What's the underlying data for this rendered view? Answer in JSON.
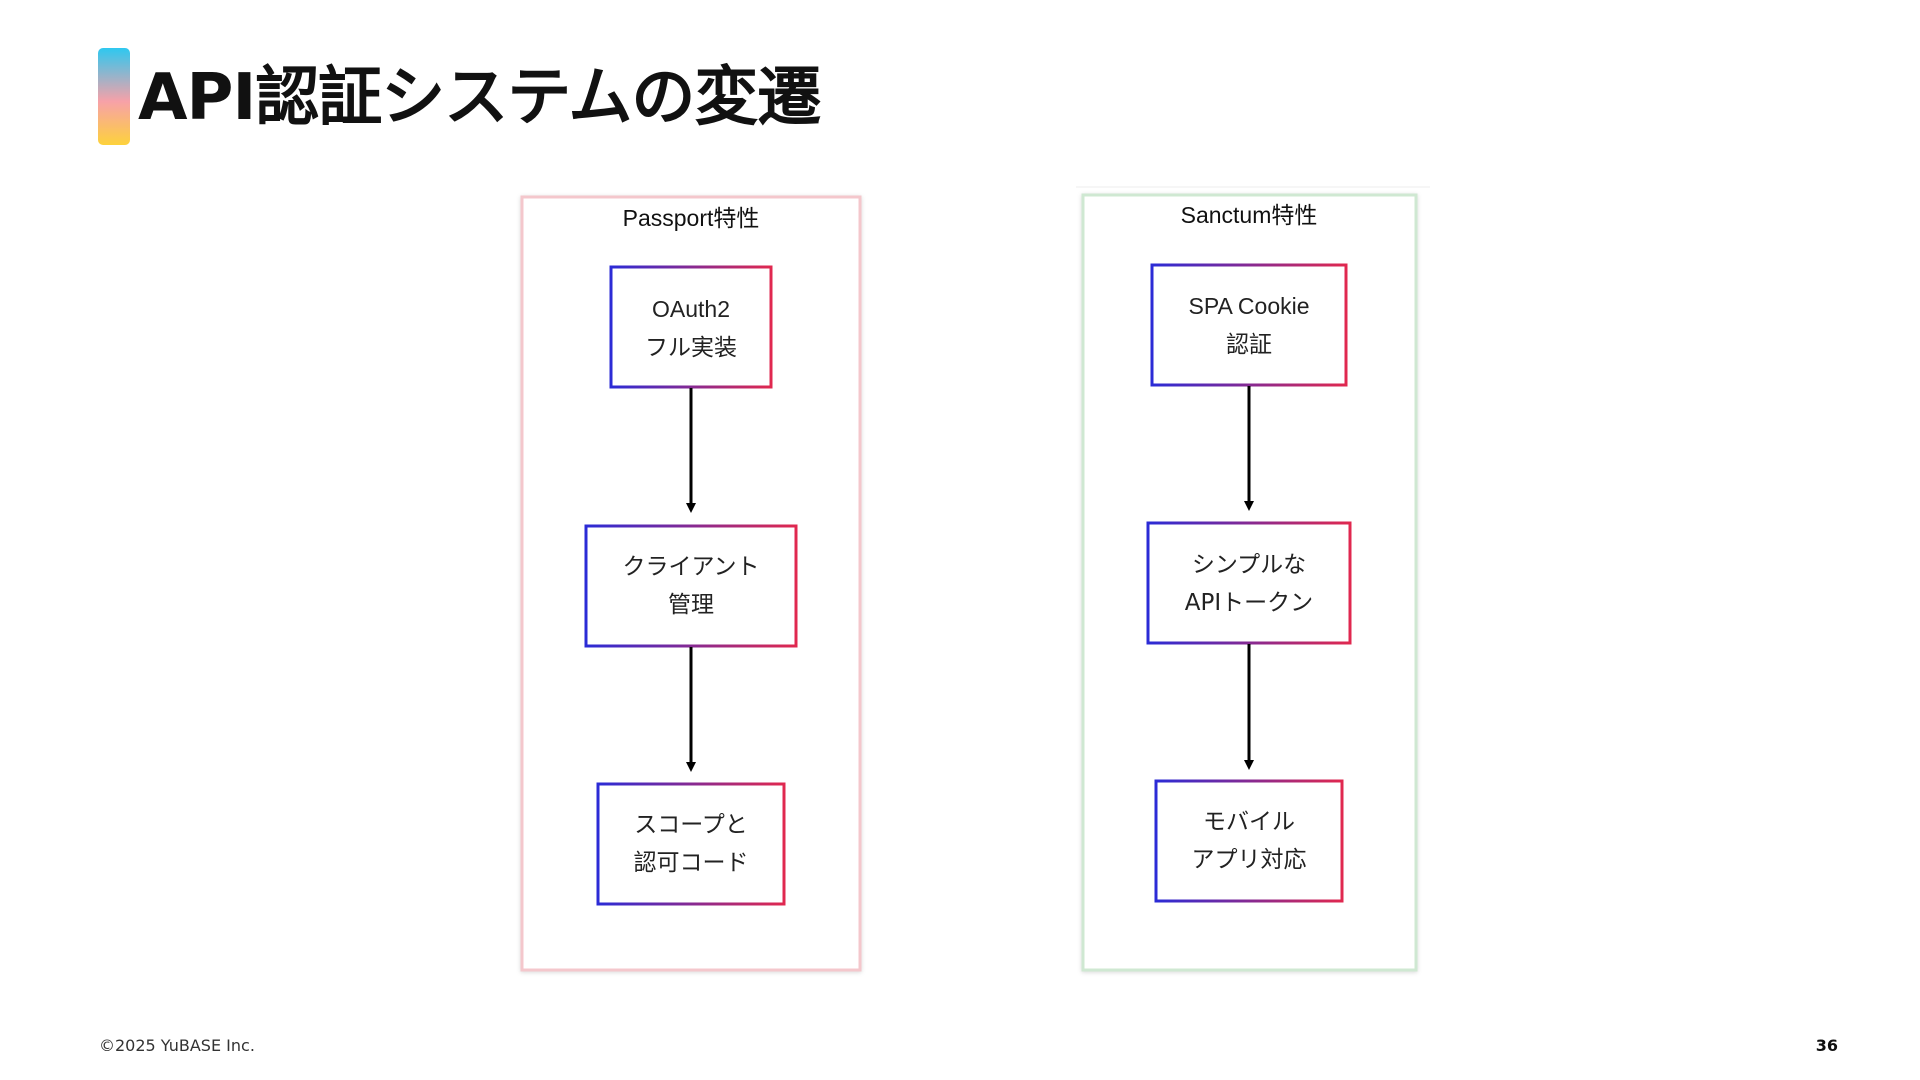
{
  "slide": {
    "title": "API認証システムの変遷",
    "footer": "©2025 YuBASE Inc.",
    "page_number": "36"
  },
  "diagram": {
    "groups": [
      {
        "title": "Passport特性",
        "nodes": [
          [
            "OAuth2",
            "フル実装"
          ],
          [
            "クライアント",
            "管理"
          ],
          [
            "スコープと",
            "認可コード"
          ]
        ]
      },
      {
        "title": "Sanctum特性",
        "nodes": [
          [
            "SPA Cookie",
            "認証"
          ],
          [
            "シンプルな",
            "APIトークン"
          ],
          [
            "モバイル",
            "アプリ対応"
          ]
        ]
      }
    ]
  },
  "colors": {
    "node_gradient_start": "#2b2bd6",
    "node_gradient_end": "#e0284f",
    "passport_group_border": "#f4c7cc",
    "sanctum_group_border": "#cfe8d2",
    "arrow": "#000000"
  }
}
